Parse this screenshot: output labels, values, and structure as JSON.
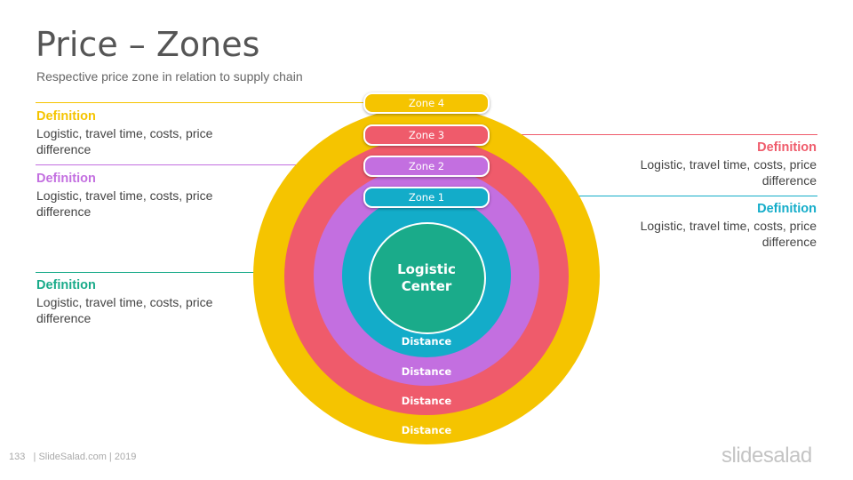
{
  "slide": {
    "title": "Price – Zones",
    "subtitle": "Respective price zone in relation to supply chain"
  },
  "definitions": [
    {
      "id": "zone4",
      "title": "Definition",
      "text": "Logistic, travel time, costs, price difference",
      "color": "#F5C400"
    },
    {
      "id": "zone2",
      "title": "Definition",
      "text": "Logistic, travel time, costs, price difference",
      "color": "#C36FE0"
    },
    {
      "id": "center",
      "title": "Definition",
      "text": "Logistic, travel time, costs, price difference",
      "color": "#1AAB8A"
    },
    {
      "id": "zone3",
      "title": "Definition",
      "text": "Logistic, travel time, costs, price difference",
      "color": "#EF5B6B"
    },
    {
      "id": "zone1",
      "title": "Definition",
      "text": "Logistic, travel time, costs, price difference",
      "color": "#13ACC9"
    }
  ],
  "diagram": {
    "center_label_line1": "Logistic",
    "center_label_line2": "Center",
    "zones": [
      {
        "label": "Zone 4",
        "distance": "Distance",
        "color": "#F5C400"
      },
      {
        "label": "Zone 3",
        "distance": "Distance",
        "color": "#EF5B6B"
      },
      {
        "label": "Zone 2",
        "distance": "Distance",
        "color": "#C36FE0"
      },
      {
        "label": "Zone 1",
        "distance": "Distance",
        "color": "#13ACC9"
      }
    ],
    "center_color": "#1AAB8A"
  },
  "footer": {
    "page": "133",
    "text": "| SlideSalad.com | 2019",
    "logo": "slidesalad"
  }
}
